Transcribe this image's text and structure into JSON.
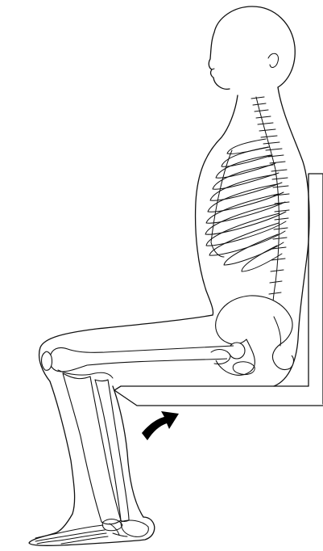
{
  "figure": {
    "subject": "seated-posture-skeleton",
    "parts": [
      "head",
      "spine",
      "ribcage",
      "pelvis",
      "femur",
      "tibia",
      "fibula",
      "foot",
      "chair-backrest",
      "chair-seat",
      "arrow"
    ],
    "colors": {
      "line": "#111111",
      "background": "#ffffff",
      "arrow": "#000000"
    }
  }
}
